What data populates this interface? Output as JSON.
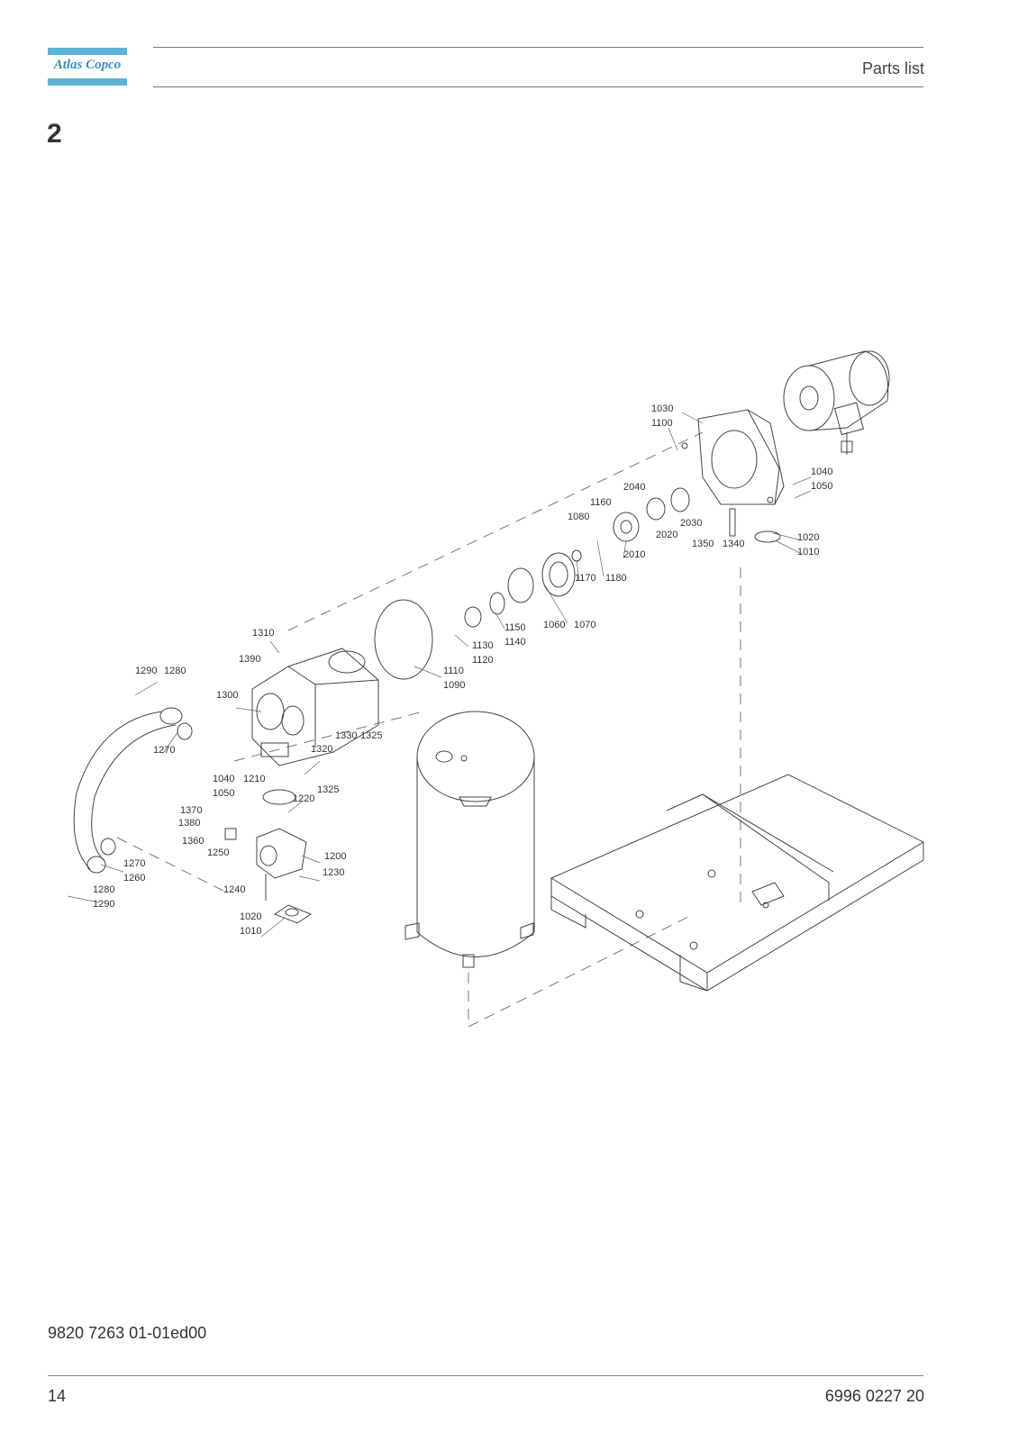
{
  "header": {
    "logo_text": "Atlas Copco",
    "section_title": "Parts list"
  },
  "chapter_number": "2",
  "diagram": {
    "callouts": [
      "1030",
      "1100",
      "1040",
      "1050",
      "2040",
      "1160",
      "1080",
      "2030",
      "2020",
      "1350",
      "1340",
      "1020",
      "1010",
      "2010",
      "1180",
      "1170",
      "1060",
      "1070",
      "1150",
      "1140",
      "1130",
      "1120",
      "1110",
      "1090",
      "1310",
      "1390",
      "1290",
      "1280",
      "1300",
      "1270",
      "1330",
      "1325",
      "1320",
      "1040",
      "1210",
      "1050",
      "1220",
      "1325",
      "1370",
      "1380",
      "1360",
      "1250",
      "1200",
      "1230",
      "1270",
      "1260",
      "1280",
      "1290",
      "1240",
      "1020",
      "1010"
    ]
  },
  "footer": {
    "doc_number": "9820 7263 01-01ed00",
    "page_number": "14",
    "part_number": "6996 0227 20"
  }
}
